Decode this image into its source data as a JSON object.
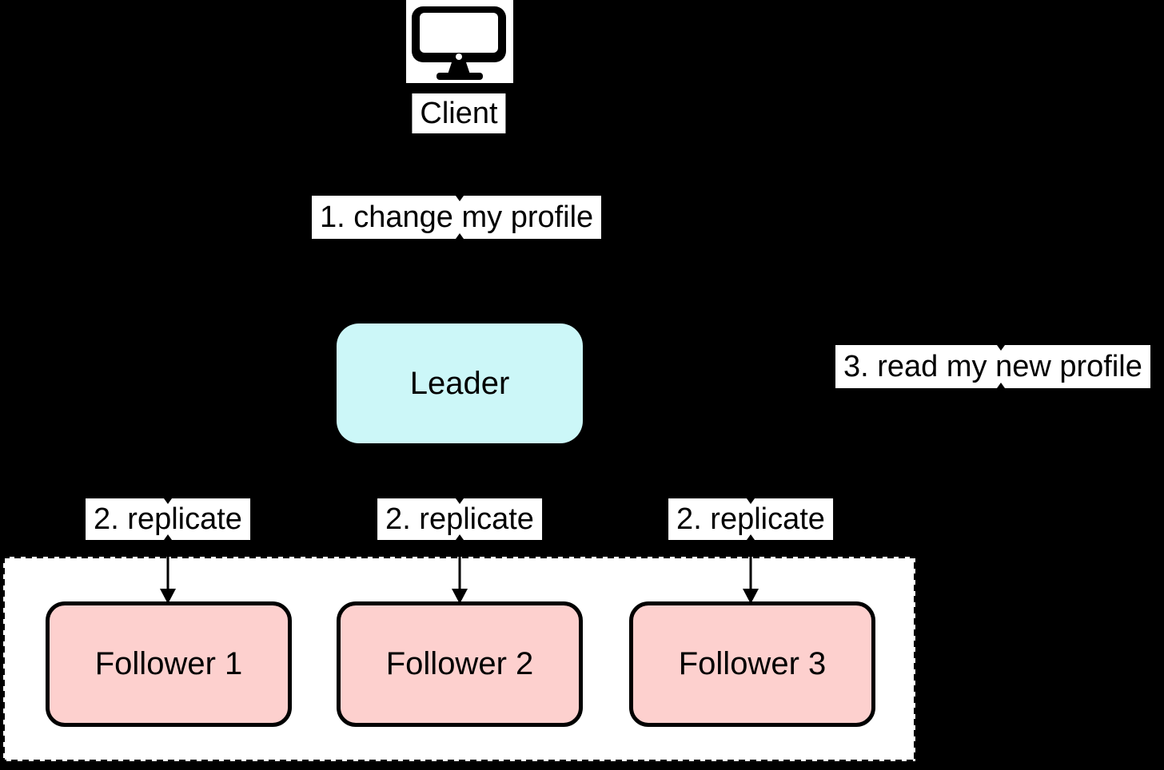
{
  "diagram": {
    "client": {
      "label": "Client",
      "icon": "desktop-computer-icon"
    },
    "leader": {
      "label": "Leader"
    },
    "followers": [
      {
        "label": "Follower 1"
      },
      {
        "label": "Follower 2"
      },
      {
        "label": "Follower 3"
      }
    ],
    "edge_labels": {
      "step1": "1. change my profile",
      "step3": "3. read my new profile"
    },
    "replicate_labels": [
      {
        "label": "2. replicate"
      },
      {
        "label": "2. replicate"
      },
      {
        "label": "2. replicate"
      }
    ],
    "colors": {
      "background": "#000000",
      "leader_fill": "#ccf7f8",
      "follower_fill": "#fdd0ce",
      "label_chip_bg": "#ffffff",
      "replica_group_fill": "#ffffff",
      "line": "#000000"
    }
  }
}
